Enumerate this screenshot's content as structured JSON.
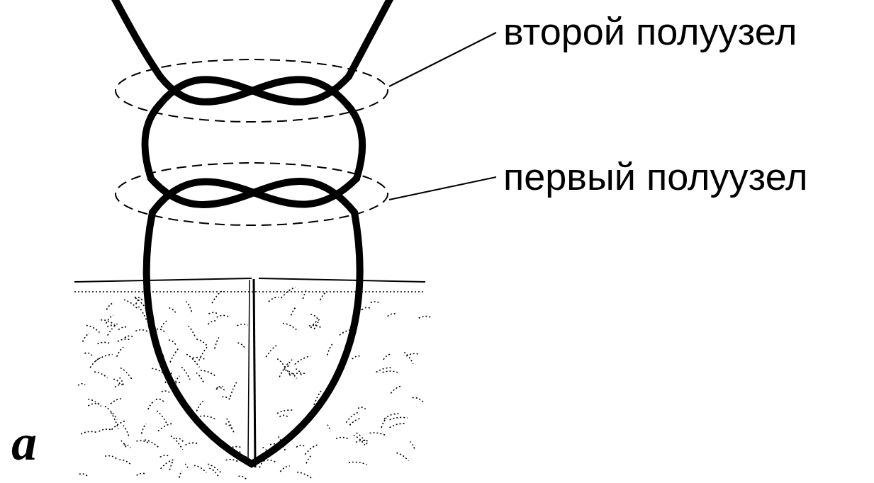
{
  "diagram": {
    "labels": [
      "второй полуузел",
      "первый полуузел",
      "а"
    ]
  }
}
